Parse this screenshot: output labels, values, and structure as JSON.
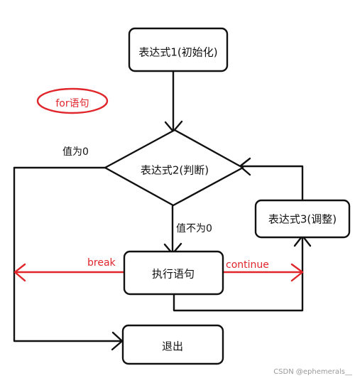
{
  "diagram": {
    "title_badge": "for语句",
    "nodes": {
      "expr1": "表达式1(初始化)",
      "expr2": "表达式2(判断)",
      "expr3": "表达式3(调整)",
      "exec": "执行语句",
      "exit": "退出"
    },
    "edges": {
      "zero": "值为0",
      "nonzero": "值不为0",
      "break": "break",
      "continue": "continue"
    },
    "watermark": "CSDN @ephemerals__",
    "colors": {
      "stroke": "#111111",
      "accent_red": "#e0252b",
      "watermark": "#999999"
    }
  }
}
